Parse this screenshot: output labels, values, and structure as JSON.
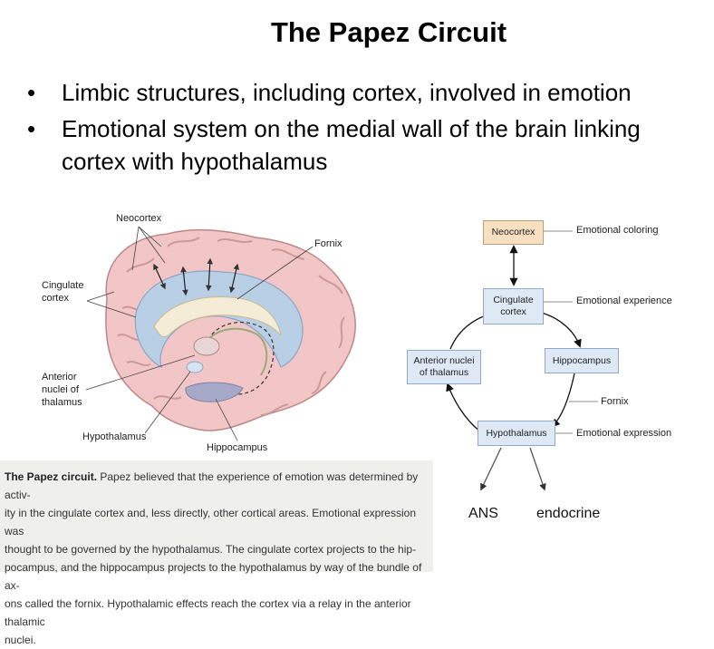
{
  "slide": {
    "title": "The Papez Circuit",
    "bullets": [
      "Limbic structures, including cortex, involved in emotion",
      "Emotional system on the medial wall of the brain linking cortex with hypothalamus"
    ]
  },
  "brain_figure": {
    "labels": {
      "neocortex": "Neocortex",
      "fornix": "Fornix",
      "cingulate": [
        "Cingulate",
        "cortex"
      ],
      "anterior": [
        "Anterior",
        "nuclei of",
        "thalamus"
      ],
      "hypothalamus": "Hypothalamus",
      "hippocampus": "Hippocampus"
    }
  },
  "flow_diagram": {
    "boxes": {
      "neocortex": "Neocortex",
      "cingulate": [
        "Cingulate",
        "cortex"
      ],
      "hippocampus": "Hippocampus",
      "anterior": [
        "Anterior nuclei",
        "of thalamus"
      ],
      "hypothalamus": "Hypothalamus"
    },
    "annotations": {
      "coloring": "Emotional coloring",
      "experience": "Emotional experience",
      "fornix": "Fornix",
      "expression": "Emotional expression"
    },
    "outputs": {
      "ans": "ANS",
      "endocrine": "endocrine"
    }
  },
  "caption": {
    "heading": "The Papez circuit.",
    "lines": [
      "Papez believed that the experience of emotion was determined by activ-",
      "ity in the cingulate cortex and, less directly, other cortical areas. Emotional expression was",
      "thought to be governed by the hypothalamus. The cingulate cortex projects to the hip-",
      "pocampus, and the hippocampus projects to the hypothalamus by way of the bundle of ax-",
      "ons called the fornix. Hypothalamic effects reach the cortex via a relay in the anterior thalamic",
      "nuclei."
    ]
  }
}
